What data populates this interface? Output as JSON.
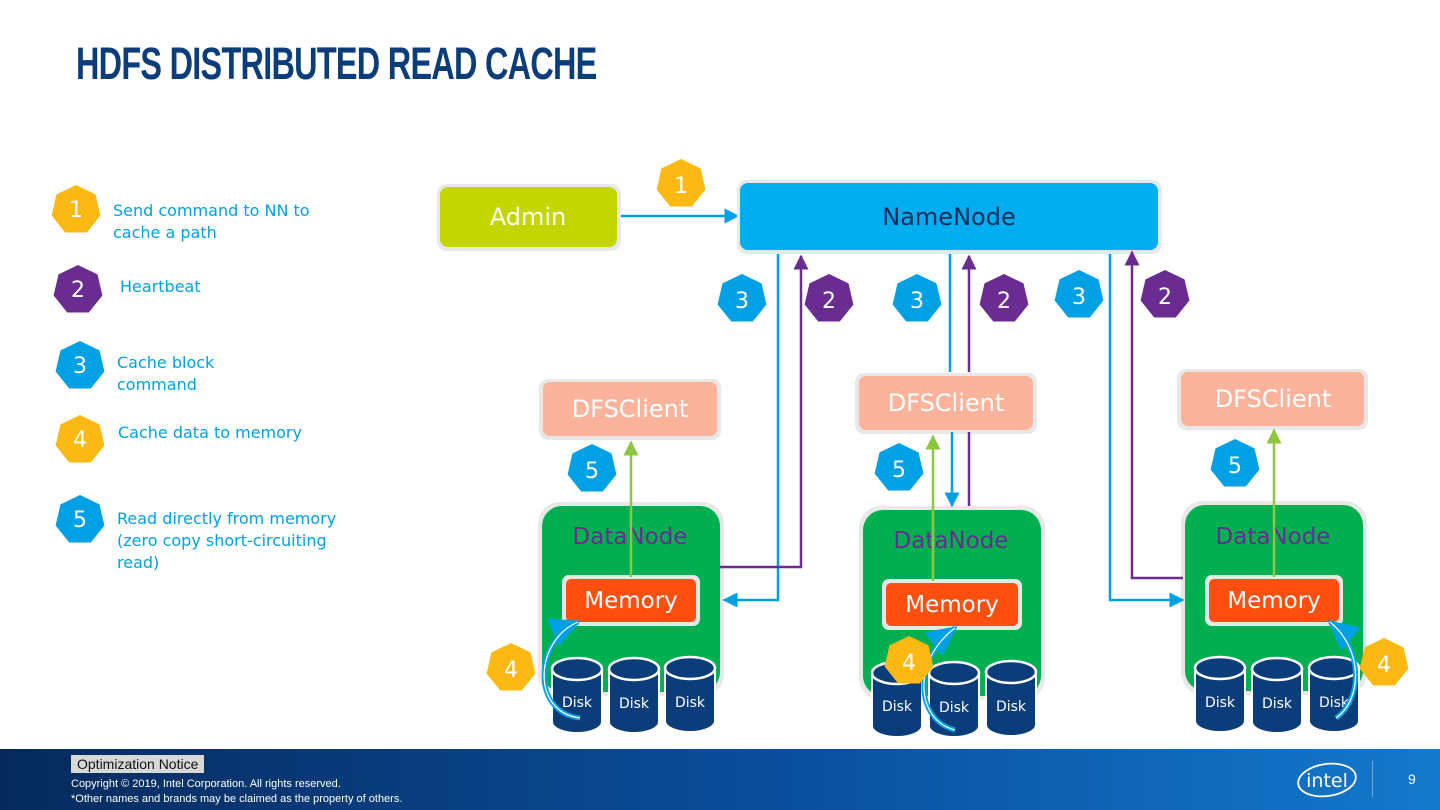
{
  "title": "HDFS DISTRIBUTED READ CACHE",
  "colors": {
    "title": "#0a3d79",
    "step1": "#fdb913",
    "step2": "#6a2c91",
    "step3": "#00a1e4",
    "step4": "#fdb913",
    "step5": "#00a1e4",
    "admin": "#c4d600",
    "namenode": "#00aeef",
    "dfsclient": "#fbb49b",
    "datanode": "#00b050",
    "memory": "#ff4f0f",
    "disk": "#0a3d79",
    "arrow_blue": "#00a1e4",
    "arrow_purple": "#6a2c91",
    "arrow_green": "#8dc63f"
  },
  "legend": [
    {
      "num": "1",
      "lines": [
        "Send command to NN to",
        "cache a path"
      ]
    },
    {
      "num": "2",
      "lines": [
        "Heartbeat"
      ]
    },
    {
      "num": "3",
      "lines": [
        "Cache block",
        "command"
      ]
    },
    {
      "num": "4",
      "lines": [
        "Cache data to memory"
      ]
    },
    {
      "num": "5",
      "lines": [
        "Read directly from memory",
        "(zero copy short-circuiting",
        "read)"
      ]
    }
  ],
  "diagram": {
    "admin_label": "Admin",
    "namenode_label": "NameNode",
    "dfsclient_label": "DFSClient",
    "datanode_label": "DataNode",
    "memory_label": "Memory",
    "disk_label": "Disk",
    "step_labels": {
      "s1": "1",
      "s2": "2",
      "s3": "3",
      "s4": "4",
      "s5": "5"
    }
  },
  "footer": {
    "optimization_notice": "Optimization Notice",
    "copyright_line1": "Copyright ©  2019, Intel Corporation. All rights reserved.",
    "copyright_line2": "*Other names and brands may be claimed as the property of others.",
    "logo_text": "intel",
    "page_number": "9"
  }
}
